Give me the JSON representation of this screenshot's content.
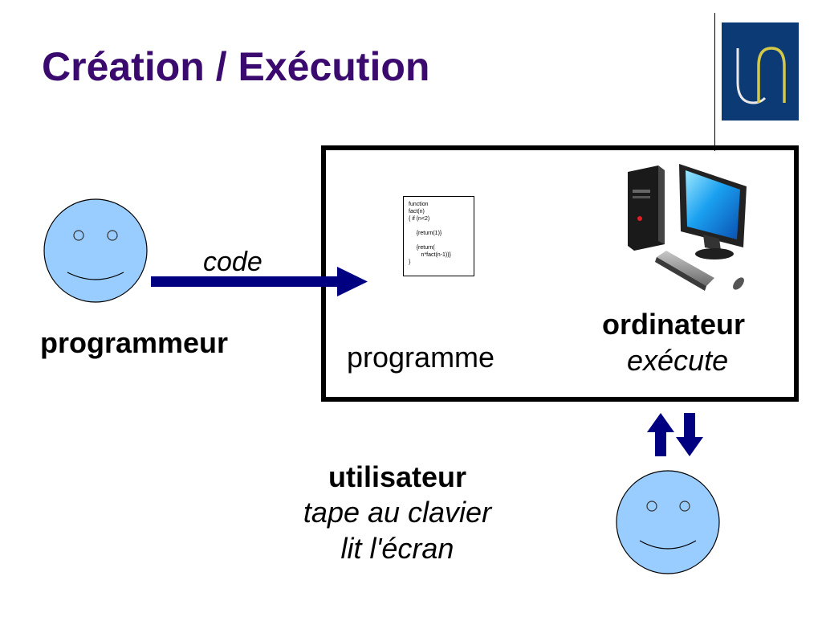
{
  "slide": {
    "title": "Création / Exécution"
  },
  "logo": {
    "background": "#0b3a75",
    "u_color": "#e8e8e8",
    "n_color": "#d4c84a"
  },
  "diagram": {
    "programmer_label": "programmeur",
    "code_label": "code",
    "program_label": "programme",
    "computer_label": "ordinateur",
    "computer_action": "exécute",
    "user_label": "utilisateur",
    "user_action_1": "tape au clavier",
    "user_action_2": "lit l'écran",
    "code_lines": [
      "function",
      "fact(n)",
      "{ if (n<2)",
      "",
      "     {return(1)}",
      "",
      "     {return(",
      "        n*fact(n-1))}",
      "}"
    ]
  },
  "colors": {
    "title": "#3a0a6e",
    "face_fill": "#99ccff",
    "arrow": "#000080"
  }
}
